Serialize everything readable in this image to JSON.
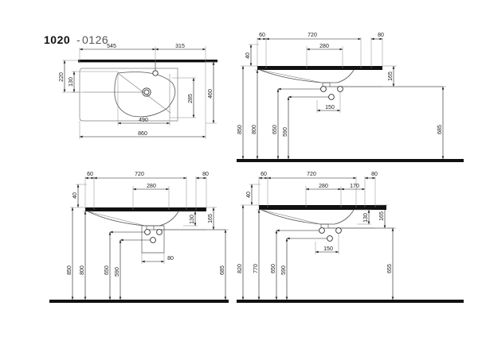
{
  "drawing": {
    "title_code": "1020",
    "title_sep": "-",
    "title_variant": "0126",
    "units_note": "",
    "colors": {
      "ink": "#1a1a1a",
      "thin": "#6a6a6a",
      "solid_bar": "#111111",
      "paper": "#ffffff"
    }
  },
  "views": {
    "plan": {
      "name": "plan-view",
      "dims": {
        "d_545": "545",
        "d_315": "315",
        "d_220": "220",
        "d_130": "130",
        "d_285": "285",
        "d_460": "460",
        "d_490": "490",
        "d_860": "860"
      }
    },
    "elev_top_right": {
      "name": "elevation-view-top-right",
      "dims": {
        "d_60": "60",
        "d_720": "720",
        "d_80": "80",
        "d_40": "40",
        "d_280": "280",
        "d_165": "165",
        "d_150": "150",
        "d_850": "850",
        "d_800": "800",
        "d_650": "650",
        "d_590": "590",
        "d_685": "685"
      }
    },
    "elev_bottom_left": {
      "name": "elevation-view-bottom-left",
      "dims": {
        "d_60": "60",
        "d_720": "720",
        "d_80_top": "80",
        "d_40": "40",
        "d_280": "280",
        "d_130": "130",
        "d_165": "165",
        "d_80_bottom": "80",
        "d_850": "850",
        "d_800": "800",
        "d_650": "650",
        "d_590": "590",
        "d_685": "685"
      }
    },
    "elev_bottom_right": {
      "name": "elevation-view-bottom-right",
      "dims": {
        "d_60": "60",
        "d_720": "720",
        "d_80": "80",
        "d_40": "40",
        "d_280": "280",
        "d_170": "170",
        "d_130": "130",
        "d_165": "165",
        "d_150": "150",
        "d_820": "820",
        "d_770": "770",
        "d_650": "650",
        "d_590": "590",
        "d_655": "655"
      }
    }
  }
}
